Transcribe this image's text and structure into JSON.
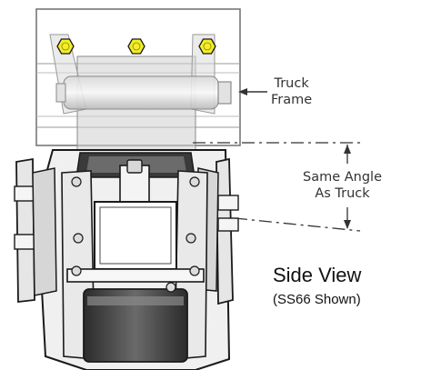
{
  "labels": {
    "truck_frame": [
      "Truck",
      "Frame"
    ],
    "same_angle": [
      "Same Angle",
      "As Truck"
    ],
    "view_title": "Side View",
    "view_subtitle": "(SS66 Shown)"
  },
  "colors": {
    "bolt_fill": "#f2ee2a",
    "outline": "#1a1a1a",
    "bracket_fill": "#c9c9c9",
    "body_fill": "#eeeeee",
    "shadow_fill": "#3a3a3a"
  },
  "icons": [
    "hex-bolt-icon",
    "arrow-left-icon"
  ]
}
